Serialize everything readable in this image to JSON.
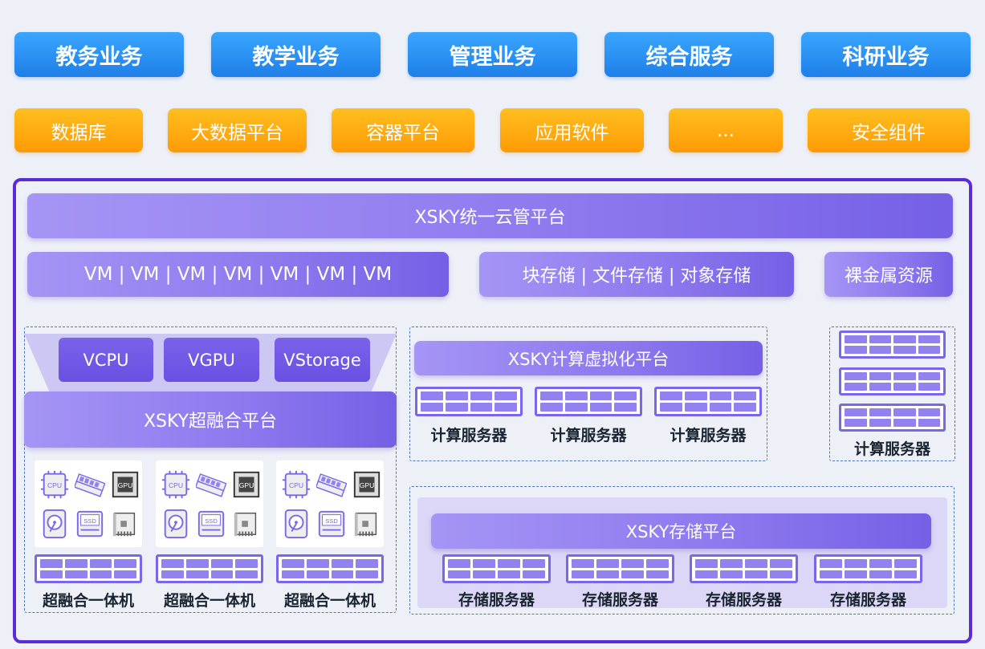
{
  "business_row": [
    "教务业务",
    "教学业务",
    "管理业务",
    "综合服务",
    "科研业务"
  ],
  "software_row": [
    "数据库",
    "大数据平台",
    "容器平台",
    "应用软件",
    "...",
    "安全组件"
  ],
  "cloud_platform": "XSKY统一云管平台",
  "resource_bars": {
    "vms": "VM | VM | VM | VM | VM | VM | VM",
    "storage": "块存储 | 文件存储 | 对象存储",
    "bare_metal": "裸金属资源"
  },
  "hci": {
    "virtual": [
      "VCPU",
      "VGPU",
      "VStorage"
    ],
    "platform": "XSKY超融合平台",
    "node_label": "超融合一体机",
    "hw_labels": {
      "cpu": "CPU",
      "gpu": "GPU",
      "ssd": "SSD"
    }
  },
  "compute": {
    "platform": "XSKY计算虚拟化平台",
    "server_label": "计算服务器"
  },
  "bare_metal_server_label": "计算服务器",
  "storage": {
    "platform": "XSKY存储平台",
    "server_label": "存储服务器"
  },
  "colors": {
    "blue": "#1e7fe8",
    "orange": "#ff9a05",
    "purple_frame": "#5b2bd9",
    "purple_box": "#8d78ee"
  }
}
